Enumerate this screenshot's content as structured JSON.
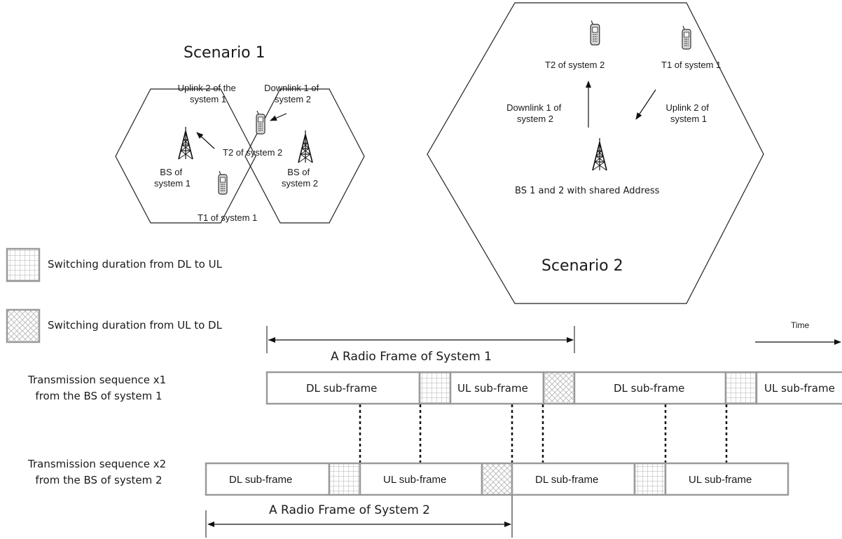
{
  "scenario1": {
    "title": "Scenario 1",
    "uplink_label": [
      "Uplink 2 of the",
      "system 1"
    ],
    "downlink_label": [
      "Downlink 1 of",
      "system 2"
    ],
    "t2_label": "T2 of system 2",
    "bs1_label": [
      "BS of",
      "system 1"
    ],
    "bs2_label": [
      "BS of",
      "system 2"
    ],
    "t1_label": "T1 of system 1"
  },
  "scenario2": {
    "title": "Scenario 2",
    "t2_label": "T2 of system 2",
    "t1_label": "T1 of system 1",
    "downlink_label": [
      "Downlink 1 of",
      "system 2"
    ],
    "uplink_label": [
      "Uplink  2 of",
      "system 1"
    ],
    "bs_label": "BS 1 and 2 with shared Address"
  },
  "legend": {
    "dl_to_ul": "Switching duration from DL to UL",
    "ul_to_dl": "Switching duration from UL to DL"
  },
  "timeline": {
    "time_label": "Time",
    "frame1_label": "A Radio Frame of System 1",
    "frame2_label": "A Radio Frame of System 2",
    "seq1_label": [
      "Transmission sequence x1",
      "from the BS of system 1"
    ],
    "seq2_label": [
      "Transmission sequence x2",
      "from the BS of system 2"
    ],
    "seq1_blocks": [
      "DL sub-frame",
      "UL sub-frame",
      "DL sub-frame",
      "UL sub-frame"
    ],
    "seq2_blocks": [
      "DL sub-frame",
      "UL sub-frame",
      "DL sub-frame",
      "UL sub-frame"
    ]
  },
  "colors": {
    "stroke": "#1a1a1a",
    "block_border": "#9a9a9a",
    "pattern": "#a8a8a8"
  }
}
